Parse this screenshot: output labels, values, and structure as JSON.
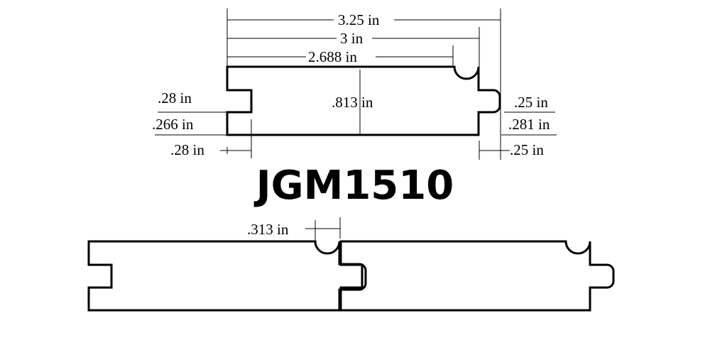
{
  "title": "JGM1510",
  "dimensions": {
    "overall_width": "3.25 in",
    "face_width": "3 in",
    "shoulder_width": "2.688 in",
    "thickness": ".813 in",
    "groove_top": ".28 in",
    "groove_width": ".266 in",
    "groove_depth": ".28 in",
    "tongue_top": ".25 in",
    "tongue_width": ".281 in",
    "tongue_length": ".25 in",
    "bead_offset": ".313 in"
  }
}
